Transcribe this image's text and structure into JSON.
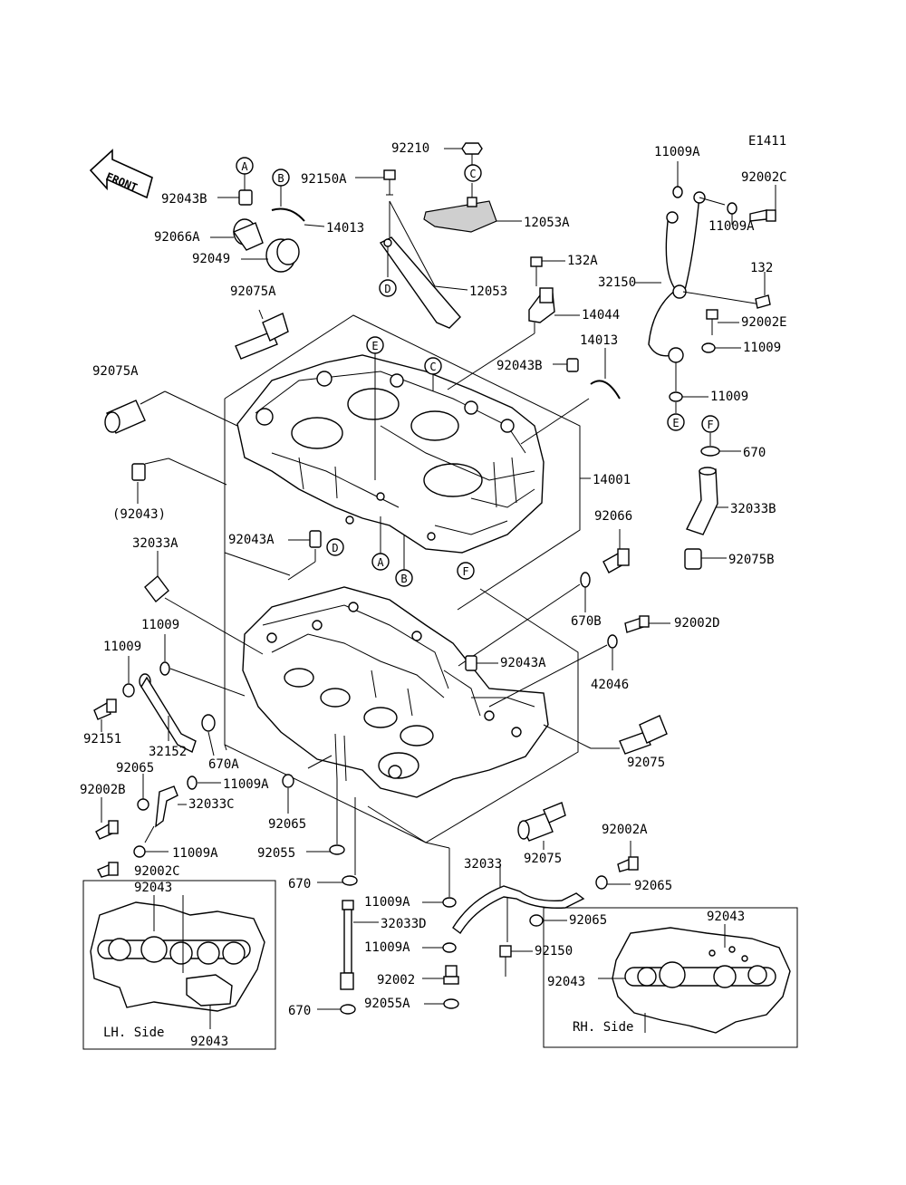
{
  "diagram": {
    "code": "E1411",
    "front_label": "FRONT",
    "part_labels": [
      {
        "id": "p92210",
        "text": "92210"
      },
      {
        "id": "p11009A_top",
        "text": "11009A"
      },
      {
        "id": "p92002C_top",
        "text": "92002C"
      },
      {
        "id": "p92043B_top",
        "text": "92043B"
      },
      {
        "id": "p92150A",
        "text": "92150A"
      },
      {
        "id": "p14013_top",
        "text": "14013"
      },
      {
        "id": "p12053A",
        "text": "12053A"
      },
      {
        "id": "p92066A",
        "text": "92066A"
      },
      {
        "id": "p92049",
        "text": "92049"
      },
      {
        "id": "p11009A_r",
        "text": "11009A"
      },
      {
        "id": "p132",
        "text": "132"
      },
      {
        "id": "p32150",
        "text": "32150"
      },
      {
        "id": "p132A",
        "text": "132A"
      },
      {
        "id": "p12053",
        "text": "12053"
      },
      {
        "id": "p92075A_top",
        "text": "92075A"
      },
      {
        "id": "p14044",
        "text": "14044"
      },
      {
        "id": "p92002E",
        "text": "92002E"
      },
      {
        "id": "p11009_r1",
        "text": "11009"
      },
      {
        "id": "p14013_mid",
        "text": "14013"
      },
      {
        "id": "p92043B_mid",
        "text": "92043B"
      },
      {
        "id": "p92075A_left",
        "text": "92075A"
      },
      {
        "id": "p11009_r2",
        "text": "11009"
      },
      {
        "id": "p670_r",
        "text": "670"
      },
      {
        "id": "p14001",
        "text": "14001"
      },
      {
        "id": "p32033B",
        "text": "32033B"
      },
      {
        "id": "p92043_paren",
        "text": "(92043)"
      },
      {
        "id": "p92066",
        "text": "92066"
      },
      {
        "id": "p32033A",
        "text": "32033A"
      },
      {
        "id": "p92043A_top",
        "text": "92043A"
      },
      {
        "id": "p92075B",
        "text": "92075B"
      },
      {
        "id": "p670B",
        "text": "670B"
      },
      {
        "id": "p92002D",
        "text": "92002D"
      },
      {
        "id": "p11009_l1",
        "text": "11009"
      },
      {
        "id": "p11009_l2",
        "text": "11009"
      },
      {
        "id": "p92043A_mid",
        "text": "92043A"
      },
      {
        "id": "p42046",
        "text": "42046"
      },
      {
        "id": "p92151",
        "text": "92151"
      },
      {
        "id": "p32152",
        "text": "32152"
      },
      {
        "id": "p670A",
        "text": "670A"
      },
      {
        "id": "p92075_r",
        "text": "92075"
      },
      {
        "id": "p92065_l",
        "text": "92065"
      },
      {
        "id": "p11009A_l1",
        "text": "11009A"
      },
      {
        "id": "p92002B",
        "text": "92002B"
      },
      {
        "id": "p32033C",
        "text": "32033C"
      },
      {
        "id": "p92065_m",
        "text": "92065"
      },
      {
        "id": "p92002A",
        "text": "92002A"
      },
      {
        "id": "p11009A_l2",
        "text": "11009A"
      },
      {
        "id": "p92055",
        "text": "92055"
      },
      {
        "id": "p92075_m",
        "text": "92075"
      },
      {
        "id": "p92002C_bot",
        "text": "92002C"
      },
      {
        "id": "p92043_lh1",
        "text": "92043"
      },
      {
        "id": "p32033",
        "text": "32033"
      },
      {
        "id": "p92065_r1",
        "text": "92065"
      },
      {
        "id": "p670_m1",
        "text": "670"
      },
      {
        "id": "p11009A_m1",
        "text": "11009A"
      },
      {
        "id": "p92065_r2",
        "text": "92065"
      },
      {
        "id": "p92043_rh1",
        "text": "92043"
      },
      {
        "id": "p32033D",
        "text": "32033D"
      },
      {
        "id": "p11009A_m2",
        "text": "11009A"
      },
      {
        "id": "p92150",
        "text": "92150"
      },
      {
        "id": "p92002",
        "text": "92002"
      },
      {
        "id": "p92043_rh2",
        "text": "92043"
      },
      {
        "id": "p670_m2",
        "text": "670"
      },
      {
        "id": "p92055A",
        "text": "92055A"
      },
      {
        "id": "p92043_lh2",
        "text": "92043"
      }
    ],
    "callouts": [
      {
        "id": "cA1",
        "text": "A"
      },
      {
        "id": "cB1",
        "text": "B"
      },
      {
        "id": "cC1",
        "text": "C"
      },
      {
        "id": "cD1",
        "text": "D"
      },
      {
        "id": "cE1",
        "text": "E"
      },
      {
        "id": "cC2",
        "text": "C"
      },
      {
        "id": "cE2",
        "text": "E"
      },
      {
        "id": "cF1",
        "text": "F"
      },
      {
        "id": "cD2",
        "text": "D"
      },
      {
        "id": "cA2",
        "text": "A"
      },
      {
        "id": "cB2",
        "text": "B"
      },
      {
        "id": "cF2",
        "text": "F"
      }
    ],
    "insets": {
      "left_label": "LH. Side",
      "right_label": "RH. Side"
    }
  }
}
